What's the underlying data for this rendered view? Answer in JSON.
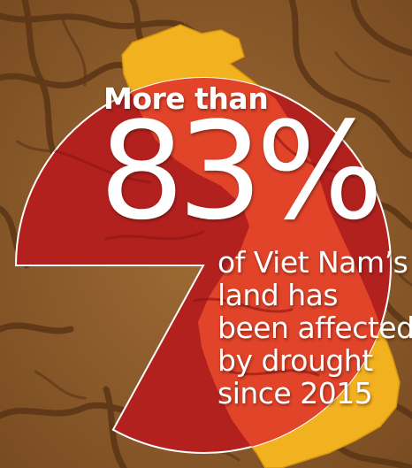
{
  "headline": {
    "intro": "More than",
    "value": "83%",
    "body_lines": [
      "of Viet Nam’s",
      "land  has",
      "been affected",
      "by drought",
      "since 2015"
    ]
  },
  "chart_data": {
    "type": "pie",
    "categories": [
      "affected by drought"
    ],
    "values": [
      83
    ],
    "unit": "%",
    "title": "",
    "legend": "none"
  },
  "colors": {
    "background": "#8a5a2e",
    "crack": "#5a3516",
    "map": "#f2b21f",
    "pie": "#b3211f",
    "map_inside_pie": "#e2442a",
    "text": "#ffffff"
  }
}
